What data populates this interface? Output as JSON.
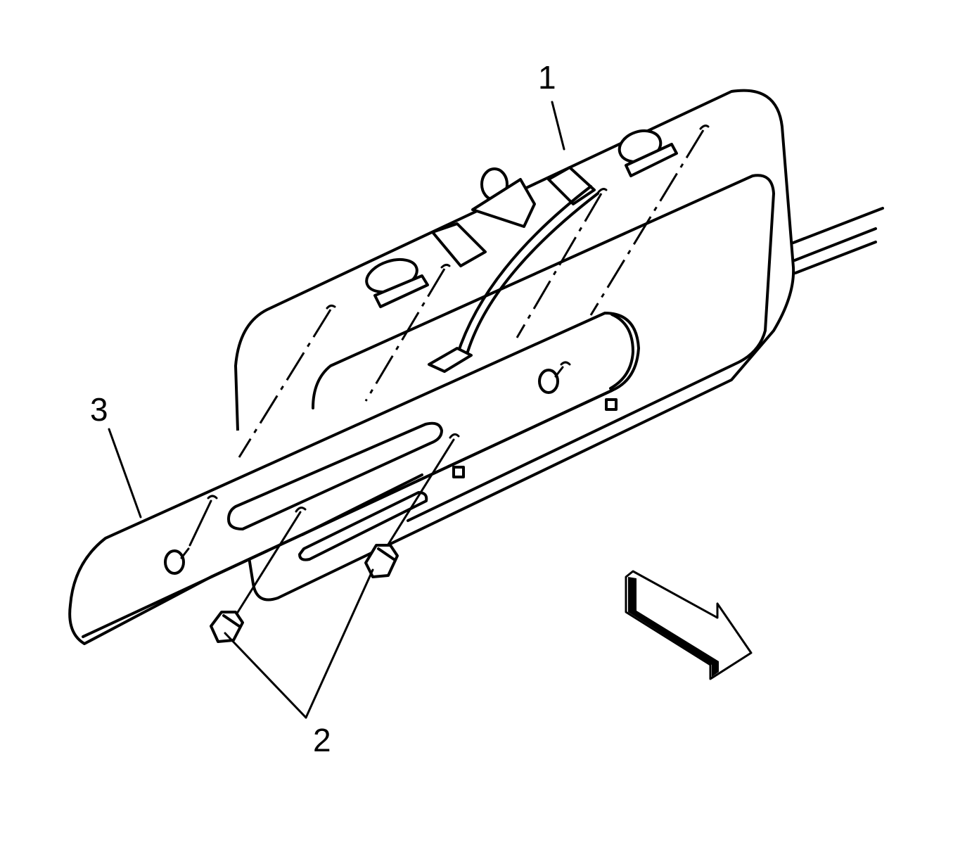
{
  "diagram": {
    "callouts": [
      {
        "id": "1",
        "label": "1"
      },
      {
        "id": "2",
        "label": "2"
      },
      {
        "id": "3",
        "label": "3"
      }
    ],
    "colors": {
      "line": "#000000",
      "background": "#ffffff"
    },
    "icons": [
      "direction-arrow-icon"
    ]
  }
}
